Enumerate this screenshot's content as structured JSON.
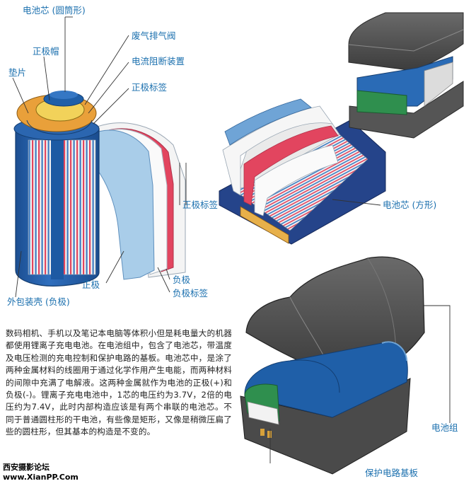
{
  "labels": {
    "cyl_cell": "电池芯 (圆筒形)",
    "pos_cap": "正极帽",
    "gasket": "垫片",
    "vent": "废气排气阀",
    "current_interrupt": "电流阻断装置",
    "pos_tab_top": "正极标签",
    "pos_tab_right": "正极标签",
    "pos_electrode": "正极",
    "neg_electrode": "负极",
    "neg_tab": "负极标签",
    "outer_case": "外包装壳 (负极)",
    "prism_cell": "电池芯 (方形)",
    "battery_pack": "电池组",
    "pcb": "保护电路基板"
  },
  "description": "数码相机、手机以及笔记本电脑等体积小但是耗电量大的机器都使用锂离子充电电池。在电池组中，包含了电池芯，带温度及电压检测的充电控制和保护电路的基板。电池芯中，是涂了两种金属材料的线圈用于通过化学作用产生电能，而两种材料的间隙中充满了电解液。这两种金属就作为电池的正极(+)和负极(-)。锂离子充电电池中，1芯的电压约为3.7V，2倍的电压约为7.4V，此时内部构造应该是有两个串联的电池芯。不同于普通圆柱形的干电池，有些像是矩形，又像是稍微压扁了些的圆柱形，但其基本的构造是不变的。",
  "watermark": {
    "line1": "西安摄影论坛",
    "line2": "www.XianPP.Com"
  },
  "colors": {
    "label": "#1a6fae",
    "cell_blue": "#1f5fa8",
    "separator_red": "#e2455f",
    "electrode_light": "#a9cde9",
    "pack_gray": "#4a4a4a",
    "pcb_green": "#2f8f4e"
  }
}
